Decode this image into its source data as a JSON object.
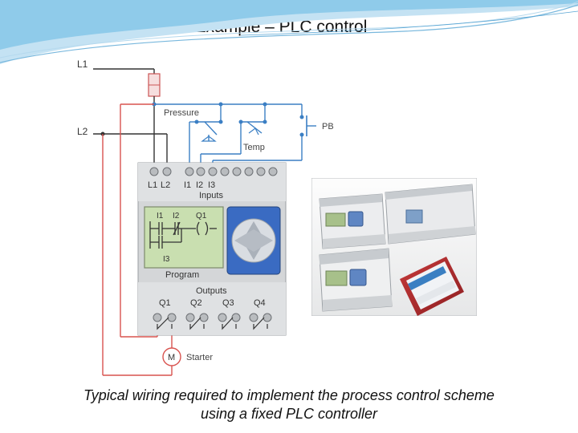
{
  "title": "Example – PLC control",
  "caption": {
    "line1": "Typical wiring required to implement the process control scheme",
    "line2": "using a fixed PLC controller"
  },
  "diagram": {
    "line1_label": "L1",
    "line2_label": "L2",
    "pressure_label": "Pressure",
    "temp_label": "Temp",
    "pb_label": "PB",
    "terminal_l1": "L1",
    "terminal_l2": "L2",
    "input_i1": "I1",
    "input_i2": "I2",
    "input_i3": "I3",
    "inputs_label": "Inputs",
    "ladder_i1": "I1",
    "ladder_i2": "I2",
    "ladder_q1": "Q1",
    "ladder_i3": "I3",
    "program_label": "Program",
    "outputs_label": "Outputs",
    "out_q1": "Q1",
    "out_q2": "Q2",
    "out_q3": "Q3",
    "out_q4": "Q4",
    "motor_label": "M",
    "starter_label": "Starter"
  },
  "colors": {
    "red_wire": "#d9534f",
    "blue_wire": "#3b7fc4",
    "dark_wire": "#333333",
    "plc_body": "#d4d6d8",
    "lcd": "#c9dfb0",
    "keypad": "#3a6bc2"
  }
}
